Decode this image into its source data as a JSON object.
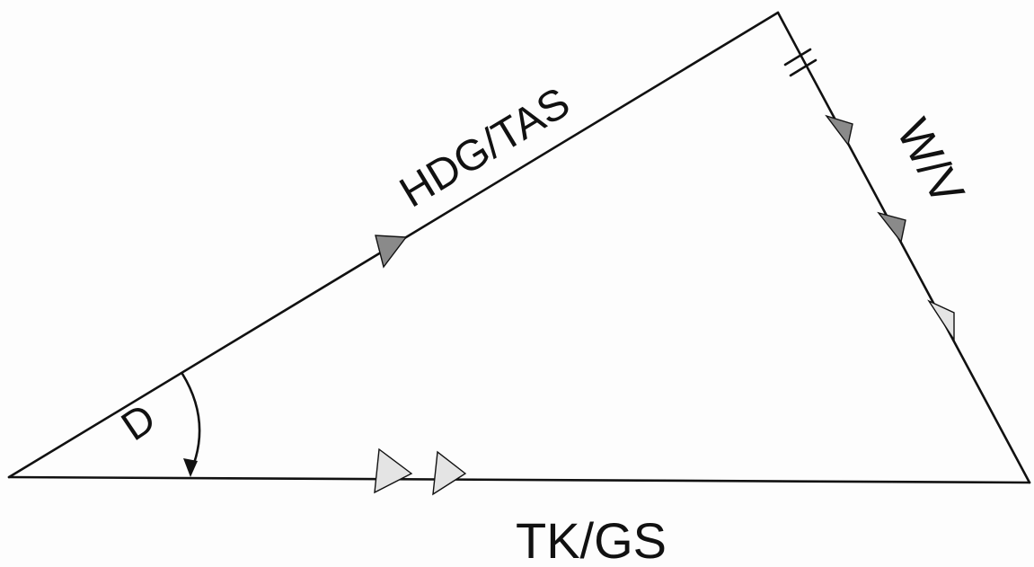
{
  "diagram": {
    "labels": {
      "heading_vector": "HDG/TAS",
      "wind_vector": "W/V",
      "track_vector": "TK/GS",
      "drift_angle": "D"
    },
    "colors": {
      "line": "#111111",
      "arrow_dark": "#8a8a8a",
      "arrow_light": "#e4e4e4",
      "background": "#fdfdfd"
    }
  }
}
